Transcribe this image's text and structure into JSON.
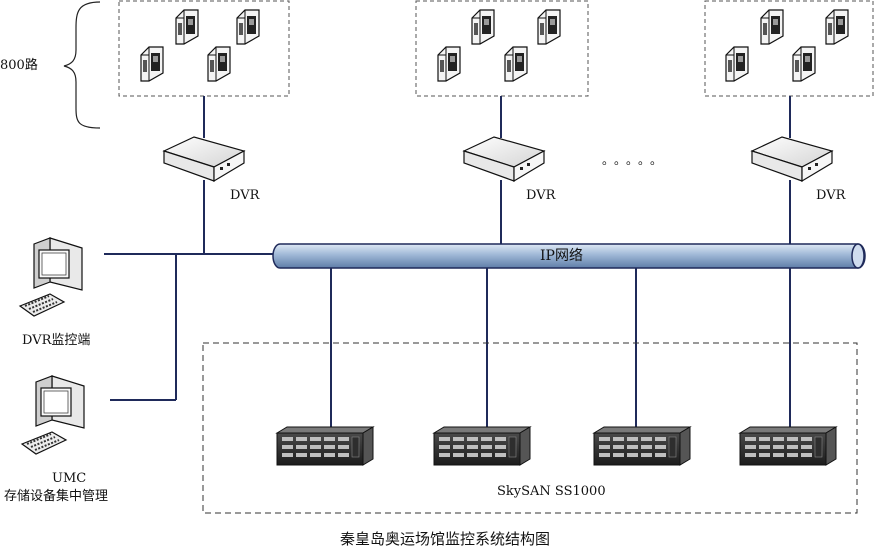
{
  "diagram": {
    "title": "秦皇岛奥运场馆监控系统结构图",
    "channel_label": "800路",
    "network_label": "IP网络",
    "dvr_label": "DVR",
    "ellipsis": "。。。。。",
    "monitor_label": "DVR监控端",
    "umc_label": "UMC",
    "umc_desc": "存储设备集中管理",
    "storage_label": "SkySAN SS1000"
  }
}
